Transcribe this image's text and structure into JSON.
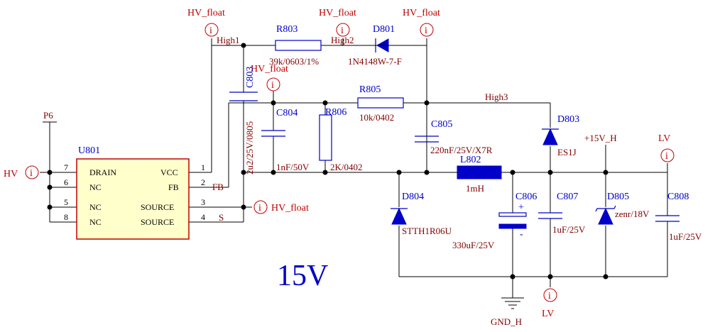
{
  "colors": {
    "wire": "#000000",
    "component": "#0000c8",
    "net_label": "#c00000",
    "net_name": "#800000",
    "chip_fill": "#ffffcc"
  },
  "title_text": "15V",
  "ic": {
    "designator": "U801",
    "left_pins": [
      {
        "num": "7",
        "name": "DRAIN"
      },
      {
        "num": "6",
        "name": "NC"
      },
      {
        "num": "5",
        "name": "NC"
      },
      {
        "num": "8",
        "name": "NC"
      }
    ],
    "right_pins": [
      {
        "num": "1",
        "name": "VCC"
      },
      {
        "num": "2",
        "name": "FB"
      },
      {
        "num": "3",
        "name": "SOURCE"
      },
      {
        "num": "4",
        "name": "SOURCE"
      }
    ]
  },
  "nets": {
    "hv": "HV",
    "p6": "P6",
    "fb": "FB",
    "s": "S",
    "hv_float": "HV_float",
    "high1": "High1",
    "high2": "High2",
    "high3": "High3",
    "lv": "LV",
    "v15h": "+15V_H",
    "gnd_h": "GND_H"
  },
  "components": {
    "r803": {
      "ref": "R803",
      "value": "39k/0603/1%"
    },
    "d801": {
      "ref": "D801",
      "value": "1N4148W-7-F"
    },
    "c803": {
      "ref": "C803",
      "value": "2u2/25V/0805"
    },
    "c804": {
      "ref": "C804",
      "value": "1nF/50V"
    },
    "r806": {
      "ref": "R806",
      "value": "2K/0402"
    },
    "r805": {
      "ref": "R805",
      "value": "10k/0402"
    },
    "c805": {
      "ref": "C805",
      "value": "220nF/25V/X7R"
    },
    "d803": {
      "ref": "D803",
      "value": "ES1J"
    },
    "l802": {
      "ref": "L802",
      "value": "1mH"
    },
    "d804": {
      "ref": "D804",
      "value": "STTH1R06U"
    },
    "c806": {
      "ref": "C806",
      "value": "330uF/25V",
      "plus": "+",
      "minus": "-"
    },
    "c807": {
      "ref": "C807",
      "value": "1uF/25V"
    },
    "d805": {
      "ref": "D805",
      "value": "zenr/18V"
    },
    "c808": {
      "ref": "C808",
      "value": "1uF/25V"
    }
  },
  "port_symbol": "i"
}
